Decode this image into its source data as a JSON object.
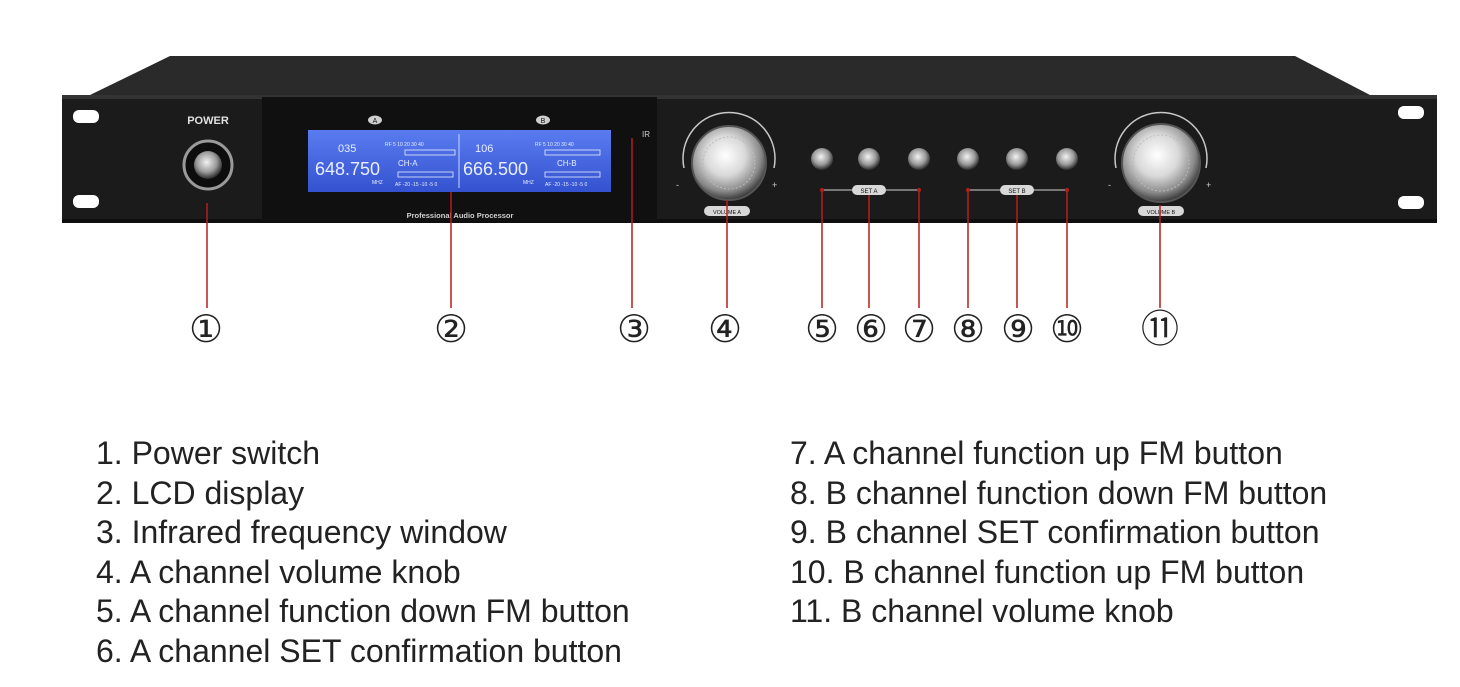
{
  "device": {
    "power_label": "POWER",
    "ir_label": "IR",
    "panel_subtitle": "Professional Audio Processor",
    "lcd": {
      "tag_a": "A",
      "tag_b": "B",
      "freq_a": "648.750",
      "freq_b": "666.500",
      "ch_a": "CH-A",
      "ch_b": "CH-B",
      "group_a": "035",
      "group_b": "106",
      "mic_label": "MHZ",
      "meter_scale": "AF -20 -15 -10 -5 0",
      "rf_scale": "RF 5 10 20 30 40"
    },
    "volume_a_label": "VOLUME A",
    "volume_b_label": "VOLUME B",
    "set_a_label": "SET A",
    "set_b_label": "SET B",
    "knob_minus": "-",
    "knob_plus": "+"
  },
  "callouts": [
    "①",
    "②",
    "③",
    "④",
    "⑤",
    "⑥",
    "⑦",
    "⑧",
    "⑨",
    "⑩",
    "⑪"
  ],
  "legend": {
    "left": [
      "1. Power switch",
      "2. LCD display",
      "3. Infrared frequency window",
      "4. A channel volume knob",
      "5. A channel function down FM button",
      "6. A channel SET confirmation button"
    ],
    "right": [
      "7. A channel function up FM button",
      "8. B channel function down FM button",
      "9. B channel SET confirmation button",
      "10. B channel function up FM button",
      "11. B channel volume knob"
    ]
  },
  "colors": {
    "chassis": "#1b1b1b",
    "lcd": "#3f63e0",
    "leader_line": "#b71c1c",
    "legend_text": "#222222"
  }
}
